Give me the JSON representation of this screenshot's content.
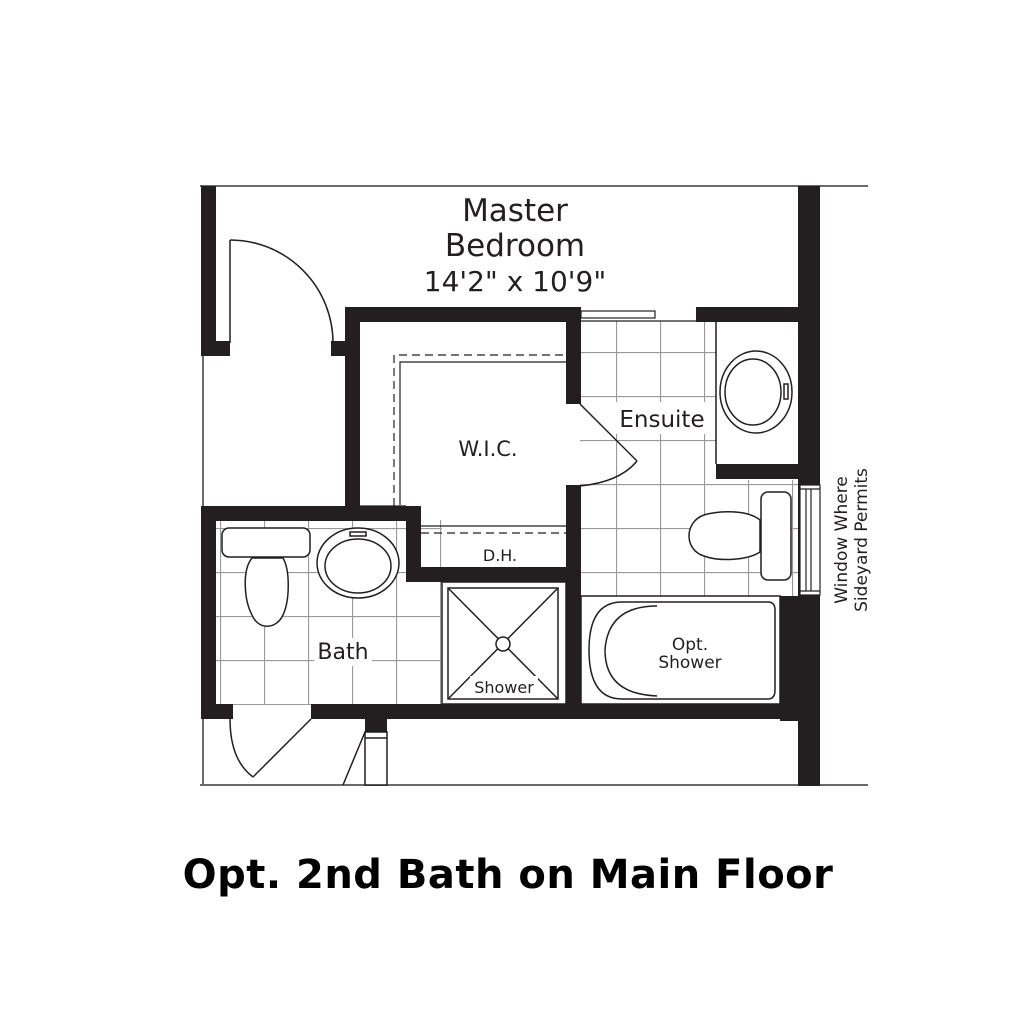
{
  "caption": "Opt. 2nd Bath on Main Floor",
  "colors": {
    "wall": "#231f20",
    "line": "#231f20",
    "tile": "#9a9a9a",
    "background": "#ffffff"
  },
  "rooms": {
    "master_bedroom": {
      "name_line1": "Master",
      "name_line2": "Bedroom",
      "dimensions": "14'2\" x 10'9\""
    },
    "wic": {
      "name": "W.I.C."
    },
    "dh": {
      "name": "D.H."
    },
    "ensuite": {
      "name": "Ensuite"
    },
    "bath": {
      "name": "Bath"
    },
    "shower": {
      "name": "Shower"
    },
    "opt_shower": {
      "line1": "Opt.",
      "line2": "Shower"
    }
  },
  "annotations": {
    "window_note_line1": "Window Where",
    "window_note_line2": "Sideyard Permits"
  },
  "fixtures": [
    {
      "type": "toilet",
      "room": "bath"
    },
    {
      "type": "sink",
      "room": "bath"
    },
    {
      "type": "shower-stall",
      "room": "bath"
    },
    {
      "type": "sink",
      "room": "ensuite"
    },
    {
      "type": "toilet",
      "room": "ensuite"
    },
    {
      "type": "bathtub",
      "room": "ensuite"
    }
  ]
}
